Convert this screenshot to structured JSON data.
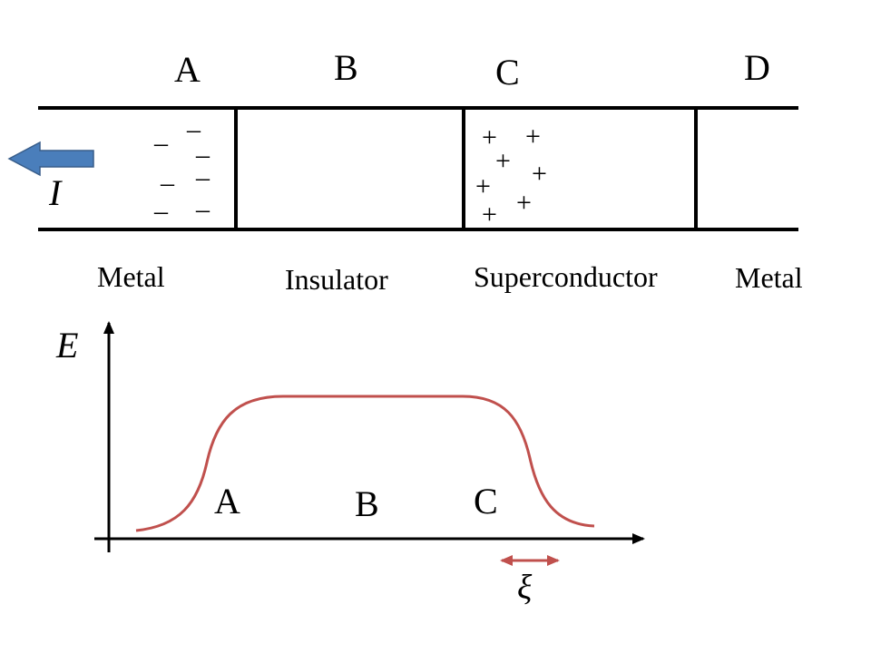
{
  "junction": {
    "region_letters": [
      "A",
      "B",
      "C",
      "D"
    ],
    "materials": [
      "Metal",
      "Insulator",
      "Superconductor",
      "Metal"
    ],
    "current_label": "I",
    "negative_charge_symbol": "–",
    "positive_charge_symbol": "+",
    "current_arrow_color": "#4a7ebb"
  },
  "energy_plot": {
    "y_axis_label": "E",
    "region_letters": [
      "A",
      "B",
      "C"
    ],
    "curve_color": "#c0504d",
    "xi_label": "ξ",
    "xi_arrow_color": "#c0504d"
  }
}
